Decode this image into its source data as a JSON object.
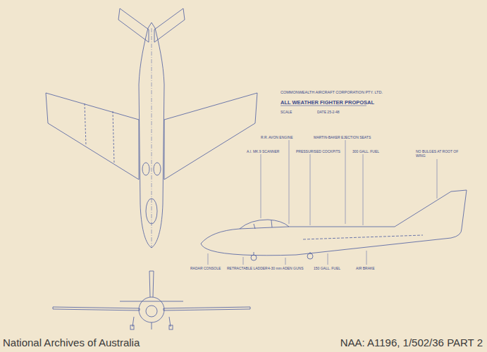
{
  "diagram": {
    "title": "ALL WEATHER FIGHTER PROPOSAL",
    "labels": [
      "COMMONWEALTH AIRCRAFT CORPORATION PTY. LTD.",
      "SCALE",
      "DATE 25-2-48",
      "R.R. AVON ENGINE",
      "MARTIN-BAKER EJECTION SEATS",
      "A.I. MK.9 SCANNER",
      "PRESSURISED COCKPITS",
      "300 GALL. FUEL",
      "NO BULGES AT ROOT OF WING",
      "RADAR CONSOLE",
      "RETRACTABLE LADDER",
      "4-30 mm ADEN GUNS",
      "150 GALL. FUEL",
      "AIR BRAKE",
      "National Archives of Australia",
      "NAA: A1196, 1/502/36 PART 2"
    ]
  }
}
